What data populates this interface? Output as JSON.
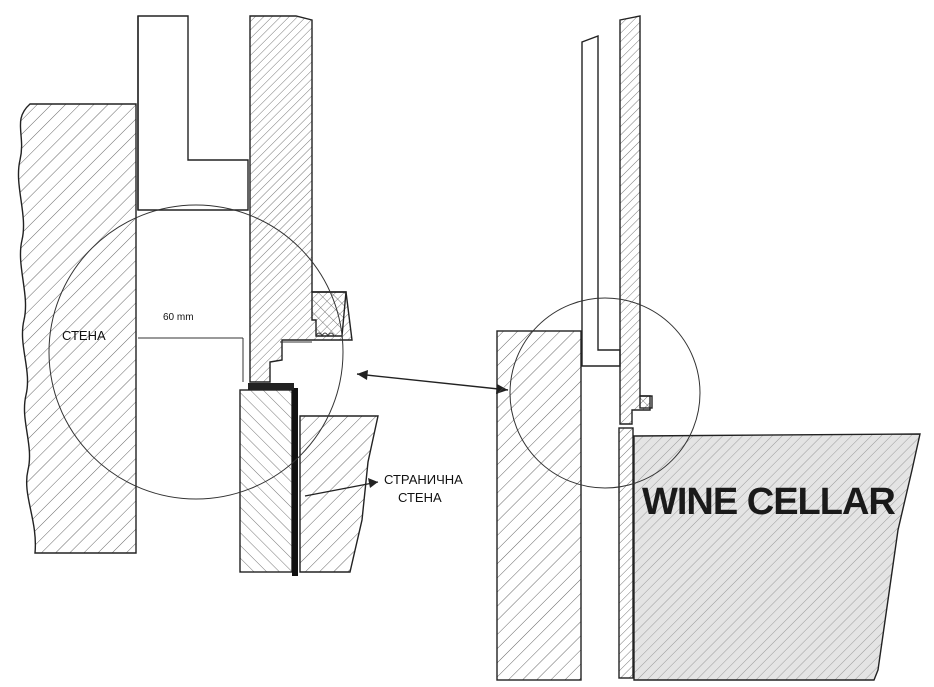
{
  "labels": {
    "wall": "СТЕНА",
    "dimension": "60 mm",
    "side_wall_line1": "СТРАНИЧНА",
    "side_wall_line2": "СТЕНА",
    "appliance": "WINE CELLAR"
  },
  "colors": {
    "line": "#222222",
    "hatch": "#555555",
    "background": "#ffffff"
  }
}
